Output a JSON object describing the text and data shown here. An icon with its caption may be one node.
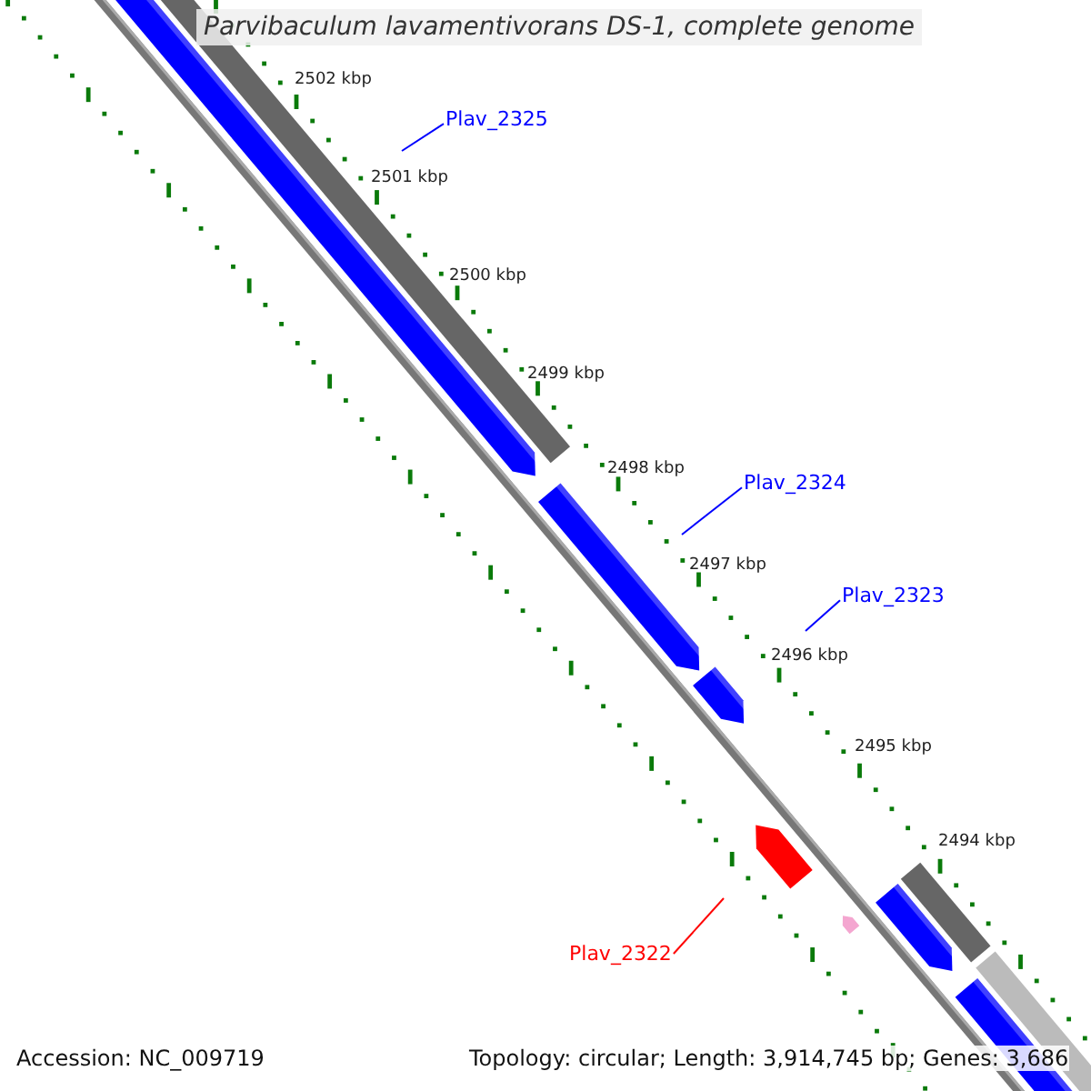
{
  "diagram": {
    "title": "Parvibaculum lavamentivorans DS-1, complete genome",
    "nodes": [
      {
        "text": [
          "Plav_2325"
        ]
      },
      {
        "text": [
          "Plav_2324"
        ]
      },
      {
        "text": [
          "Plav_2323"
        ]
      },
      {
        "text": [
          "Plav_2322"
        ]
      }
    ],
    "edges": [
      {
        "from": 0,
        "to": null,
        "arrow": "none"
      },
      {
        "from": 1,
        "to": null,
        "arrow": "none"
      },
      {
        "from": 2,
        "to": null,
        "arrow": "none"
      },
      {
        "from": 3,
        "to": null,
        "arrow": "none",
        "color": "#ff0000"
      }
    ],
    "labels": [
      "2502 kbp",
      "2501 kbp",
      "2500 kbp",
      "2499 kbp",
      "2498 kbp",
      "2497 kbp",
      "2496 kbp",
      "2495 kbp",
      "2494 kbp",
      "Accession: NC_009719",
      "Topology: circular; Length: 3,914,745 bp; Genes: 3,686"
    ]
  }
}
